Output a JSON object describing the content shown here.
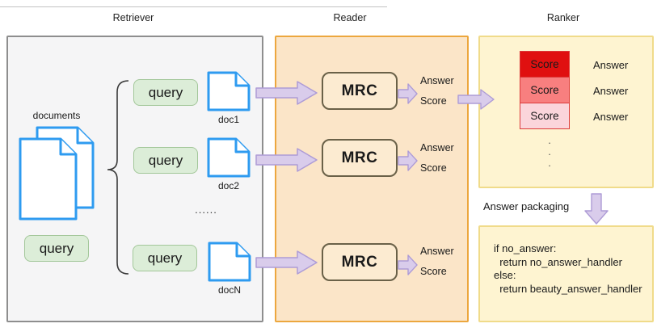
{
  "header": {
    "sections": [
      {
        "label": "Retriever"
      },
      {
        "label": "Reader"
      },
      {
        "label": "Ranker"
      }
    ]
  },
  "retriever": {
    "documents_label": "documents",
    "standalone_query_label": "query",
    "ellipsis": "......",
    "rows": [
      {
        "query_label": "query",
        "doc_label": "doc1"
      },
      {
        "query_label": "query",
        "doc_label": "doc2"
      },
      {
        "query_label": "query",
        "doc_label": "docN"
      }
    ]
  },
  "reader": {
    "units": [
      {
        "box_label": "MRC",
        "outputs": [
          "Answer",
          "Score"
        ]
      },
      {
        "box_label": "MRC",
        "outputs": [
          "Answer",
          "Score"
        ]
      },
      {
        "box_label": "MRC",
        "outputs": [
          "Answer",
          "Score"
        ]
      }
    ]
  },
  "ranker": {
    "score_rows": [
      {
        "score_label": "Score",
        "answer_label": "Answer",
        "color": "#e01010"
      },
      {
        "score_label": "Score",
        "answer_label": "Answer",
        "color": "#f87f7f"
      },
      {
        "score_label": "Score",
        "answer_label": "Answer",
        "color": "#fbd5db"
      }
    ],
    "vdots": [
      ".",
      ".",
      "."
    ],
    "packaging_label": "Answer packaging",
    "code_lines": {
      "line1": "if no_answer:",
      "line2": "  return no_answer_handler",
      "line3": "else:",
      "line4": "  return beauty_answer_handler"
    }
  },
  "colors": {
    "retriever_panel_bg": "#f5f5f6",
    "retriever_panel_border": "#8e8e8e",
    "reader_panel_bg": "#fbe5c8",
    "reader_panel_border": "#eca73e",
    "ranker_panel_bg": "#fef4d1",
    "ranker_panel_border": "#f0db8a",
    "query_box_bg": "#dcedd8",
    "query_box_border": "#a3c79a",
    "doc_icon_stroke": "#2e9bf0",
    "arrow_fill": "#d9cceb",
    "arrow_stroke": "#ae9cd6",
    "mrc_border": "#6a6148",
    "score_border": "#dc3a3a"
  }
}
